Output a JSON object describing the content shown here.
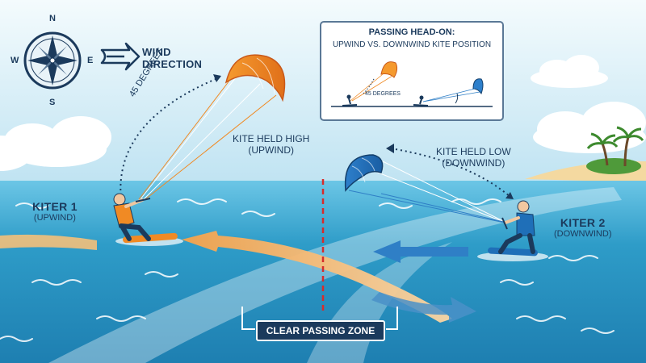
{
  "compass": {
    "north": "N",
    "south": "S",
    "east": "E",
    "west": "W"
  },
  "wind": {
    "label_line1": "WIND",
    "label_line2": "DIRECTION"
  },
  "kite1": {
    "angle_label": "45 DEGREES",
    "label_line1": "KITE HELD HIGH",
    "label_line2": "(UPWIND)"
  },
  "kite2": {
    "label_line1": "KITE HELD LOW",
    "label_line2": "(DOWNWIND)"
  },
  "kiter1": {
    "name": "KITER 1",
    "role": "(UPWIND)"
  },
  "kiter2": {
    "name": "KITER 2",
    "role": "(DOWNWIND)"
  },
  "inset": {
    "title": "PASSING HEAD-ON:",
    "subtitle": "UPWIND vs. DOWNWIND KITE POSITION",
    "angle_label": "45 DEGREES"
  },
  "zone": {
    "label": "CLEAR PASSING ZONE"
  },
  "colors": {
    "sky_top": "#bfe3f2",
    "sea": "#2e9cc8",
    "navy": "#1b3a5c",
    "orange": "#f08a24",
    "blue_kite": "#1f6fb8",
    "red_divider": "#d62c2c"
  }
}
